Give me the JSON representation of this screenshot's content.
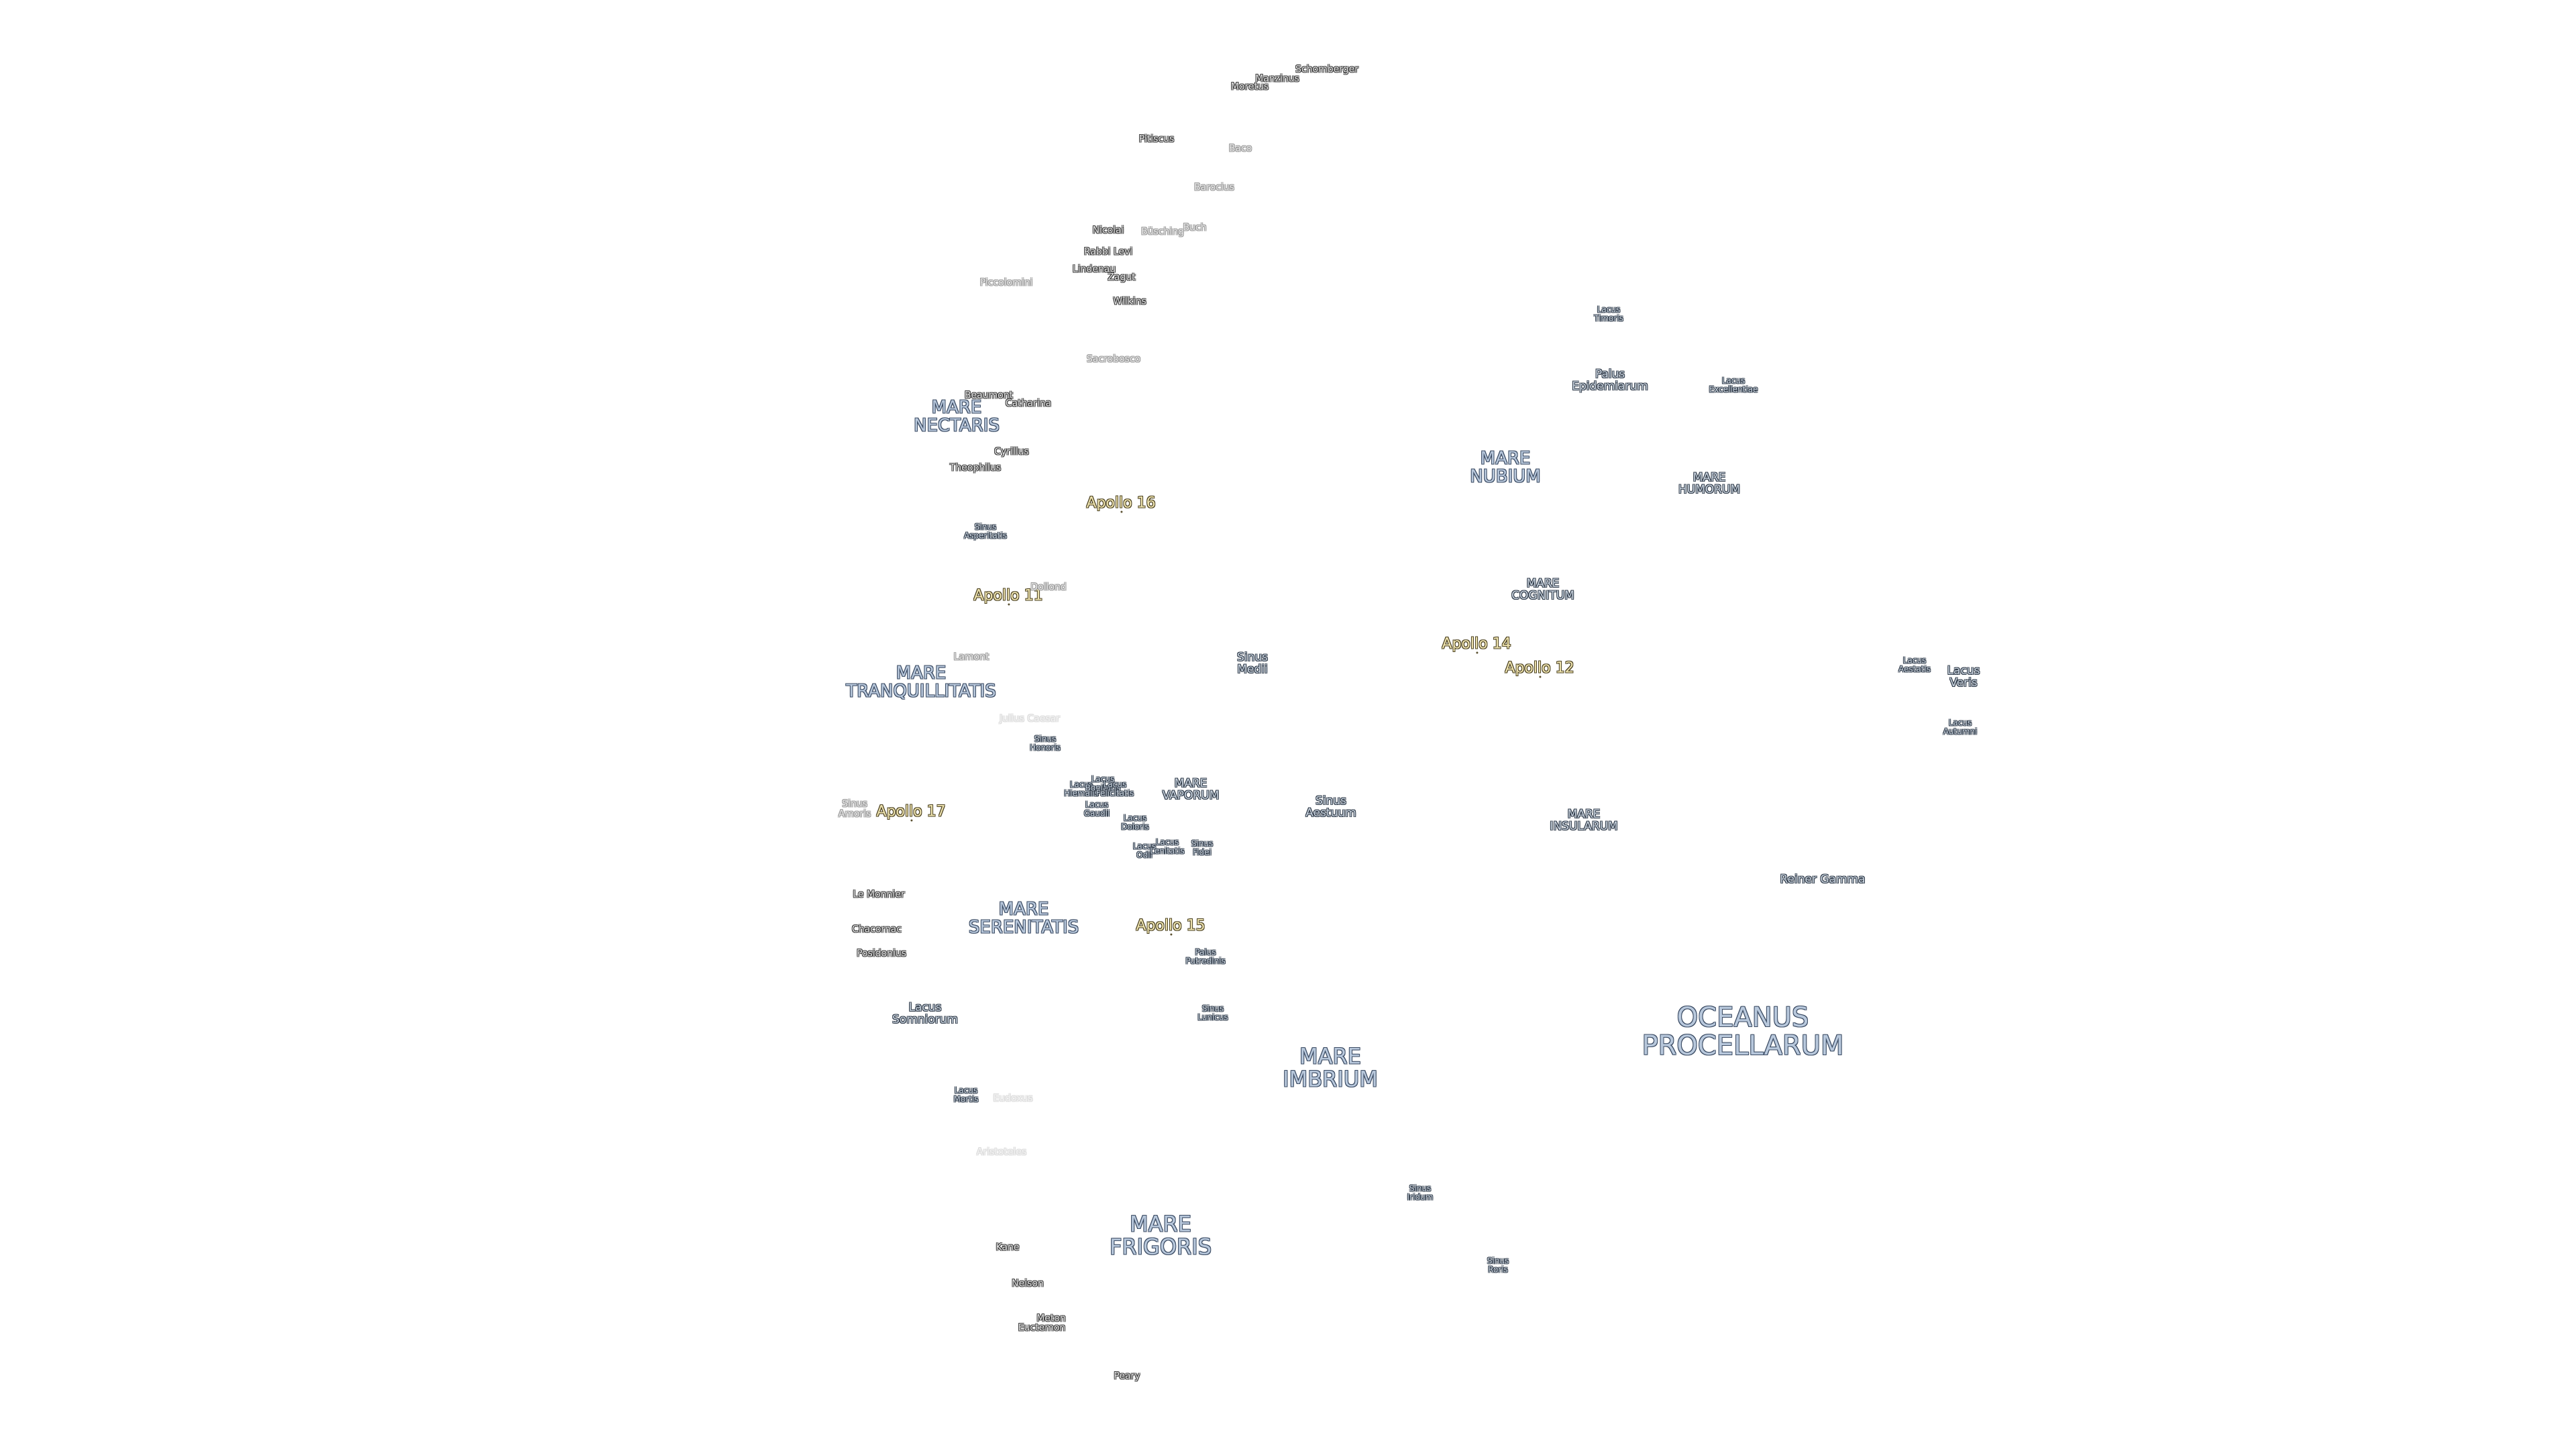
{
  "seas": {
    "oceanus_procellarum": "OCEANUS\nPROCELLARUM",
    "mare_frigoris": "MARE\nFRIGORIS",
    "mare_imbrium": "MARE\nIMBRIUM",
    "mare_serenitatis": "MARE\nSERENITATIS",
    "mare_tranquillitatis": "MARE\nTRANQUILLITATIS",
    "mare_nectaris": "MARE\nNECTARIS",
    "mare_nubium": "MARE\nNUBIUM",
    "mare_humorum": "MARE\nHUMORUM",
    "mare_cognitum": "MARE\nCOGNITUM",
    "mare_insularum": "MARE\nINSULARUM",
    "mare_vaporum": "MARE\nVAPORUM"
  },
  "features": {
    "lacus_somniorum": "Lacus\nSomniorum",
    "lacus_veris": "Lacus\nVeris",
    "lacus_autumni": "Lacus\nAutumni",
    "lacus_aestatis": "Lacus\nAestatis",
    "lacus_mortis": "Lacus\nMortis",
    "lacus_timoris": "Lacus\nTimoris",
    "lacus_excellentiae": "Lacus\nExcellentiae",
    "lacus_gaudii": "Lacus\nGaudii",
    "lacus_doloris": "Lacus\nDoloris",
    "lacus_odii": "Lacus\nOdii",
    "lacus_hiemalis": "Lacus\nHiemalis",
    "lacus_bonitatis": "Lacus\nBonitatis",
    "lacus_lenitatis": "Lacus\nLenitatis",
    "lacus_felicitatis": "Lacus\nFelicitatis",
    "palus_epidemiarum": "Palus\nEpidemiarum",
    "palus_putredinis": "Palus\nPutredinis",
    "sinus_medii": "Sinus\nMedii",
    "sinus_aestuum": "Sinus\nAestuum",
    "sinus_iridum": "Sinus\nIridum",
    "sinus_roris": "Sinus\nRoris",
    "sinus_asperitatis": "Sinus\nAsperitatis",
    "sinus_honoris": "Sinus\nHonoris",
    "sinus_amoris": "Sinus\nAmoris",
    "sinus_fidei": "Sinus\nFidei",
    "sinus_lunicus": "Sinus\nLunicus",
    "reiner_gamma": "Reiner Gamma"
  },
  "apollo": {
    "a11": "Apollo 11",
    "a12": "Apollo 12",
    "a14": "Apollo 14",
    "a15": "Apollo 15",
    "a16": "Apollo 16",
    "a17": "Apollo 17"
  },
  "craters": {
    "schomberger": "Schomberger",
    "moretus": "Moretus",
    "manzinus": "Manzinus",
    "pitiscus": "Pitiscus",
    "baco": "Baco",
    "barocius": "Barocius",
    "nicolai": "Nicolai",
    "busching": "Büsching",
    "buch": "Buch",
    "rabbi_levi": "Rabbi Levi",
    "lindenau": "Lindenau",
    "zagut": "Zagut",
    "piccolomini": "Piccolomini",
    "wilkins": "Wilkins",
    "sacrobosco": "Sacrobosco",
    "beaumont": "Beaumont",
    "catharina": "Catharina",
    "cyrillus": "Cyrillus",
    "theophilus": "Theophilus",
    "dollond": "Dollond",
    "lamont": "Lamont",
    "julius_caesar": "Julius Caesar",
    "le_monnier": "Le Monnier",
    "chacornac": "Chacornac",
    "posidonius": "Posidonius",
    "eudoxus": "Eudoxus",
    "aristoteles": "Aristoteles",
    "kane": "Kane",
    "neison": "Neison",
    "meton": "Meton",
    "euctemon": "Euctemon",
    "peary": "Peary"
  }
}
